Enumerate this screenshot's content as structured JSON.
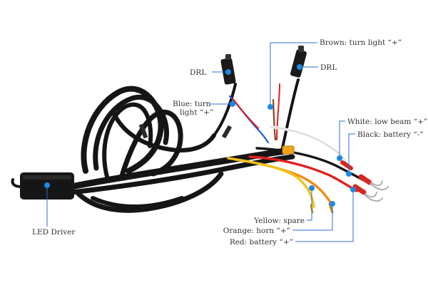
{
  "labels": {
    "led_driver": "LED Driver",
    "drl_left": "DRL",
    "drl_right": "DRL",
    "blue_line1": "Blue: turn",
    "blue_line2": "light “+”",
    "brown": "Brown: turn light “+”",
    "white": "White: low beam “+”",
    "black": "Black: battery “-”",
    "yellow": "Yellow: spare",
    "orange": "Orange: horn “+”",
    "red": "Red: battery “+”"
  },
  "colors": {
    "marker": "#1e88e5",
    "leader": "#2b6fd6",
    "cable": "#151515",
    "wire_red": "#e02020",
    "wire_blue": "#1e5bd8",
    "wire_brown": "#8a4a20",
    "wire_yellow": "#f2c21a",
    "wire_orange": "#f08a1a",
    "wire_white": "#f4f4f4",
    "terminal": "#d8261f"
  }
}
